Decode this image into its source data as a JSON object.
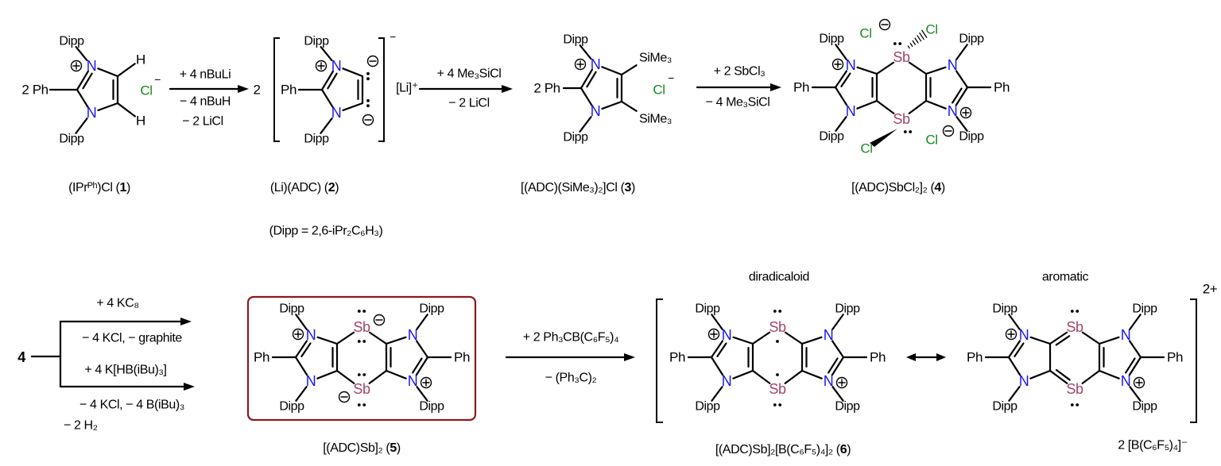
{
  "atoms": {
    "dipp": "Dipp",
    "ph": "Ph",
    "two_ph": "2 Ph",
    "n": "N",
    "sb": "Sb",
    "cl": "Cl",
    "h": "H",
    "sime3": "SiMe₃",
    "li": "[Li]⁺"
  },
  "charges": {
    "minus": "−",
    "bracket_minus": "−",
    "dication": "2+"
  },
  "colors": {
    "nitrogen": "#1616f0",
    "antimony": "#a3446f",
    "chlorine": "#1b8a1b",
    "box": "#8b1a1a",
    "bond": "#000000"
  },
  "coefficient": "2",
  "start_compound": "4",
  "compounds": [
    {
      "name": "(IPrᴾʰ)Cl",
      "number": "1"
    },
    {
      "name": "(Li)(ADC)",
      "number": "2"
    },
    {
      "name": "[(ADC)(SiMe₃)₂]Cl",
      "number": "3"
    },
    {
      "name": "[(ADC)SbCl₂]₂",
      "number": "4"
    },
    {
      "name": "[(ADC)Sb]₂",
      "number": "5"
    },
    {
      "name": "[(ADC)Sb]₂[B(C₆F₅)₄]₂",
      "number": "6"
    }
  ],
  "steps": [
    {
      "reagent": "+ 4 nBuLi",
      "byproducts": [
        "− 4 nBuH",
        "− 2 LiCl"
      ]
    },
    {
      "reagent": "+ 4 Me₃SiCl",
      "byproducts": [
        "− 2 LiCl"
      ]
    },
    {
      "reagent": "+ 2 SbCl₃",
      "byproducts": [
        "− 4 Me₃SiCl"
      ]
    },
    {
      "routes": [
        {
          "reagent": "+ 4 KC₈",
          "byproducts": [
            "− 4 KCl, − graphite"
          ]
        },
        {
          "reagent": "+ 4 K[HB(iBu)₃]",
          "byproducts": [
            "− 4 KCl, − 4 B(iBu)₃",
            "− 2 H₂"
          ]
        }
      ]
    },
    {
      "reagent": "+ 2 Ph₃CB(C₆F₅)₄",
      "byproducts": [
        "− (Ph₃C)₂"
      ]
    }
  ],
  "footnote": "(Dipp = 2,6-iPr₂C₆H₃)",
  "resonance_labels": [
    "diradicaloid",
    "aromatic"
  ],
  "counterion": "2 [B(C₆F₅)₄]⁻"
}
